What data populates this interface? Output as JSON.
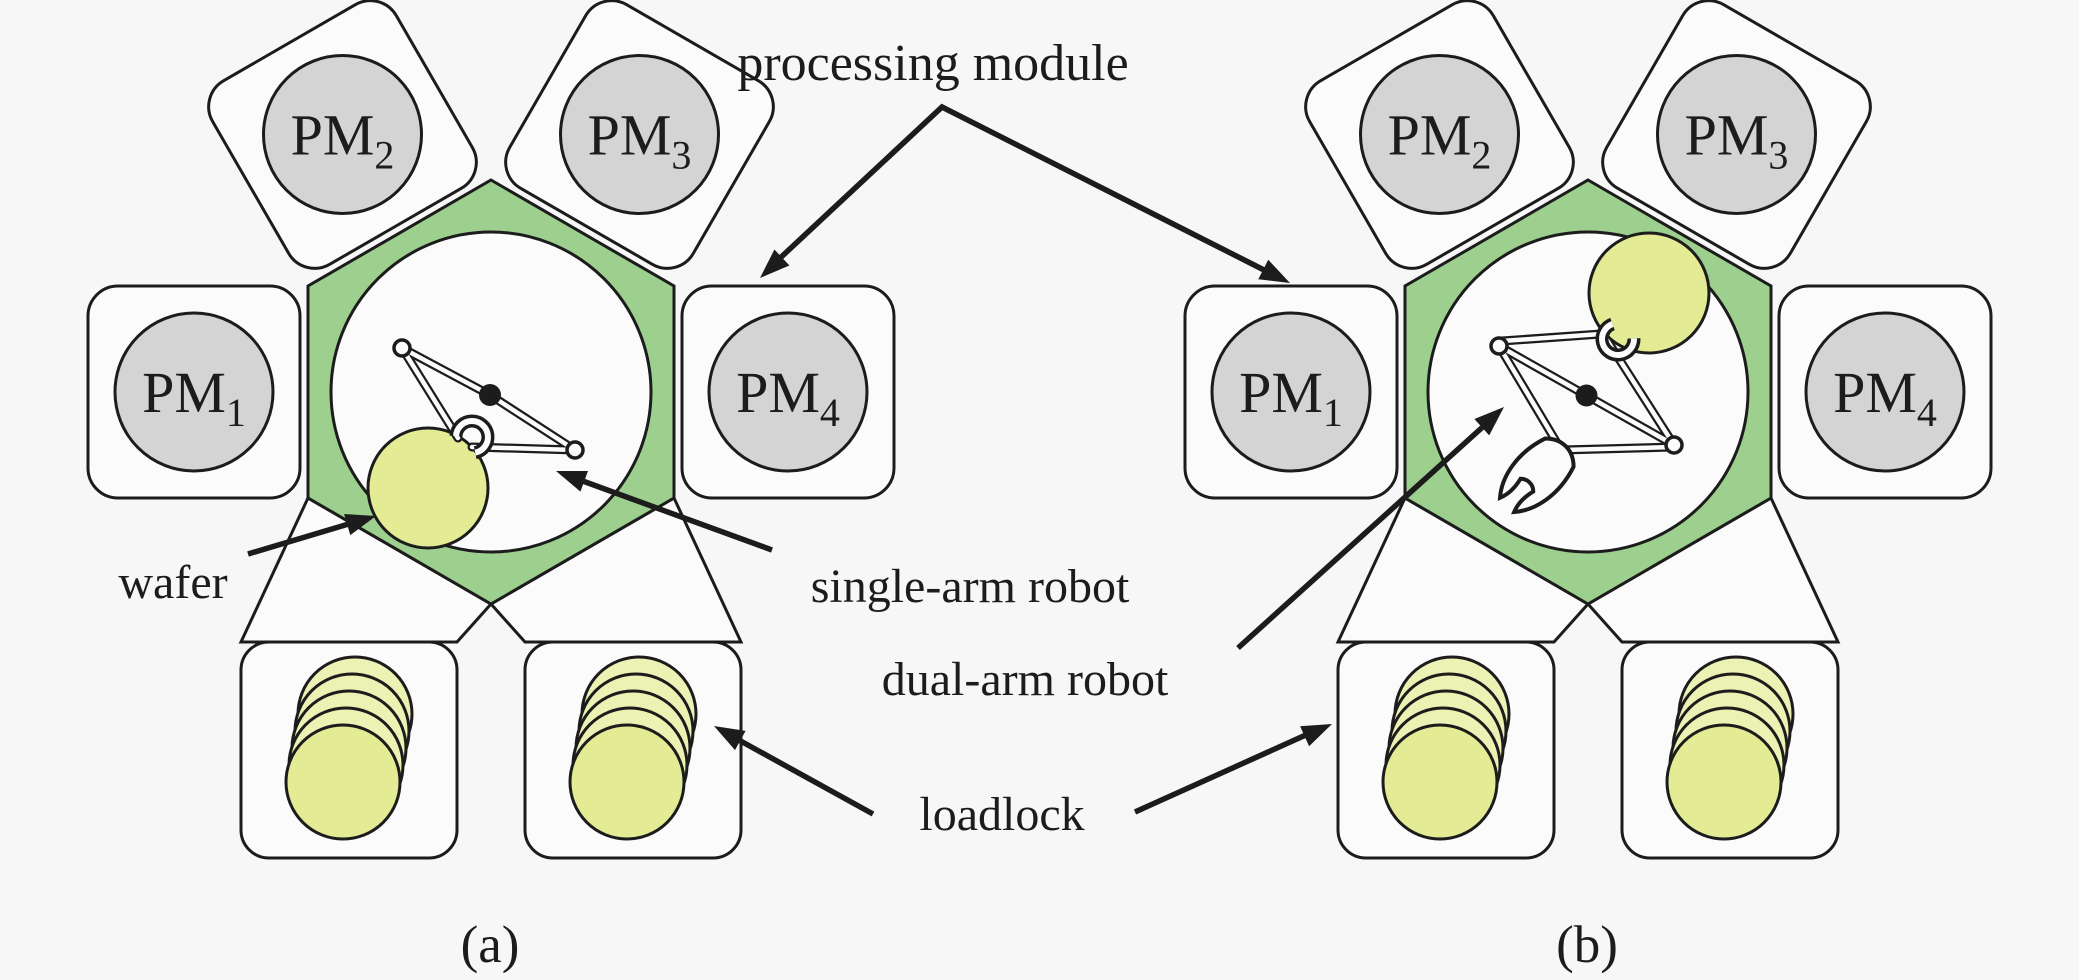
{
  "figure": {
    "annotations": {
      "processing_module": "processing module",
      "wafer": "wafer",
      "single_arm_robot": "single-arm robot",
      "dual_arm_robot": "dual-arm robot",
      "loadlock": "loadlock"
    },
    "clusters": [
      {
        "caption": "(a)",
        "robot": "single-arm",
        "processing_modules": [
          {
            "label": "PM",
            "sub": "1"
          },
          {
            "label": "PM",
            "sub": "2"
          },
          {
            "label": "PM",
            "sub": "3"
          },
          {
            "label": "PM",
            "sub": "4"
          }
        ],
        "loadlocks": [
          {
            "wafers": 5
          },
          {
            "wafers": 5
          }
        ],
        "chamber_wafers": 1
      },
      {
        "caption": "(b)",
        "robot": "dual-arm",
        "processing_modules": [
          {
            "label": "PM",
            "sub": "1"
          },
          {
            "label": "PM",
            "sub": "2"
          },
          {
            "label": "PM",
            "sub": "3"
          },
          {
            "label": "PM",
            "sub": "4"
          }
        ],
        "loadlocks": [
          {
            "wafers": 5
          },
          {
            "wafers": 5
          }
        ],
        "chamber_wafers": 1
      }
    ],
    "colors": {
      "chamber-green": "#9dd08e",
      "wafer-yellow": "#e4eb95",
      "wafer-back": "#ecf1b4",
      "pm-gray": "#d4d4d4",
      "line": "#1c1c1c",
      "bg": "#f7f7f7",
      "box-fill": "#fbfbfb"
    }
  }
}
